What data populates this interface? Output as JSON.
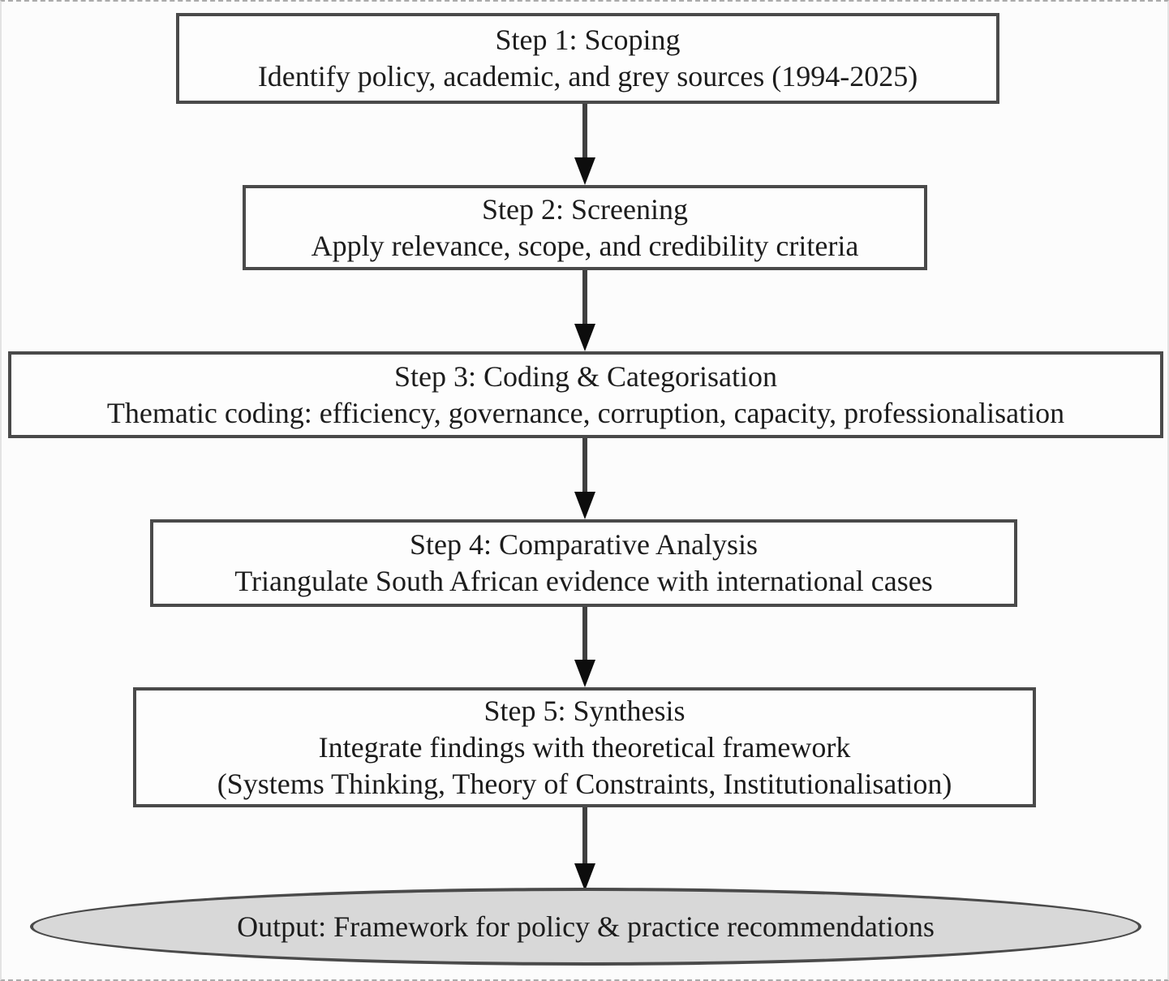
{
  "flowchart": {
    "steps": [
      {
        "title": "Step 1: Scoping",
        "line2": "Identify policy, academic, and grey sources (1994-2025)"
      },
      {
        "title": "Step 2: Screening",
        "line2": "Apply relevance, scope, and credibility criteria"
      },
      {
        "title": "Step 3: Coding & Categorisation",
        "line2": "Thematic coding: efficiency, governance, corruption, capacity, professionalisation"
      },
      {
        "title": "Step 4: Comparative Analysis",
        "line2": "Triangulate South African evidence with international cases"
      },
      {
        "title": "Step 5: Synthesis",
        "line2": "Integrate findings with theoretical framework",
        "line3": "(Systems Thinking, Theory of Constraints, Institutionalisation)"
      }
    ],
    "output_label": "Output: Framework for policy & practice recommendations",
    "colors": {
      "box_border": "#4a4a4a",
      "box_fill": "#fdfdfd",
      "ellipse_fill": "#d8d8d8",
      "arrow_line": "#3f3f3f",
      "arrow_head": "#0d0d0d",
      "text": "#1c1c1c",
      "frame_dashed_border": "#ababab"
    }
  }
}
